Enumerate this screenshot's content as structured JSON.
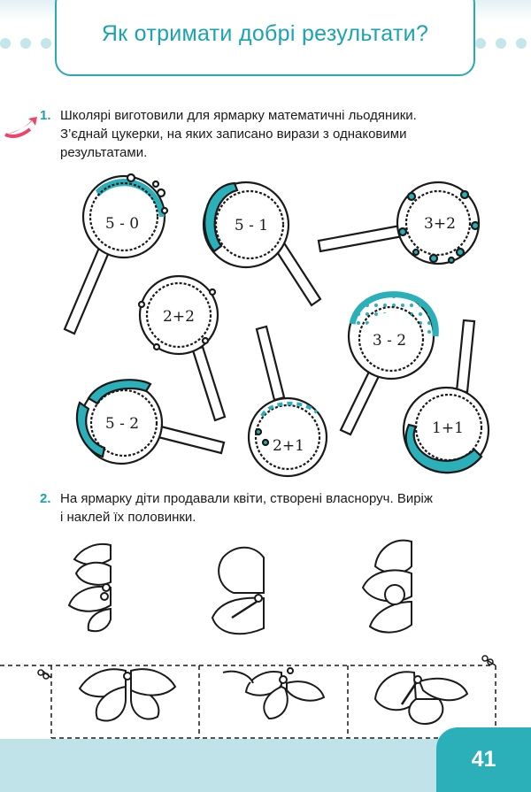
{
  "header": {
    "title": "Як отримати добрі результати?"
  },
  "tasks": [
    {
      "number": "1.",
      "lines": [
        "Школярі виготовили для ярмарку математичні льодяники.",
        "З’єднай цукерки, на яких записано вирази з однаковими",
        "результатами."
      ]
    },
    {
      "number": "2.",
      "lines": [
        "На ярмарку діти продавали квіти, створені власноруч. Виріж",
        "і наклей їх половинки."
      ]
    }
  ],
  "lollipops": [
    {
      "expression": "5 - 0"
    },
    {
      "expression": "5 - 1"
    },
    {
      "expression": "3+2"
    },
    {
      "expression": "2+2"
    },
    {
      "expression": "3 - 2"
    },
    {
      "expression": "5 - 2"
    },
    {
      "expression": "2+1"
    },
    {
      "expression": "1+1"
    }
  ],
  "colors": {
    "accent": "#2bb0b9",
    "title": "#19a4ae",
    "arrow": "#f0436a",
    "band": "#bfe3e8"
  },
  "footer": {
    "page_number": "41"
  }
}
